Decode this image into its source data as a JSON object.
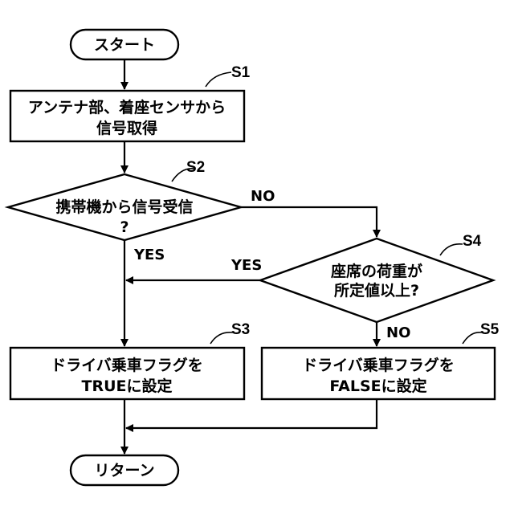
{
  "start": {
    "label": "スタート"
  },
  "s1": {
    "id": "S1",
    "line1": "アンテナ部、着座センサから",
    "line2": "信号取得"
  },
  "s2": {
    "id": "S2",
    "line1": "携帯機から信号受信",
    "line2": "?",
    "yes": "YES",
    "no": "NO"
  },
  "s4": {
    "id": "S4",
    "line1": "座席の荷重が",
    "line2": "所定値以上?",
    "yes": "YES",
    "no": "NO"
  },
  "s3": {
    "id": "S3",
    "line1": "ドライバ乗車フラグを",
    "line2": "TRUEに設定"
  },
  "s5": {
    "id": "S5",
    "line1": "ドライバ乗車フラグを",
    "line2": "FALSEに設定"
  },
  "end": {
    "label": "リターン"
  }
}
